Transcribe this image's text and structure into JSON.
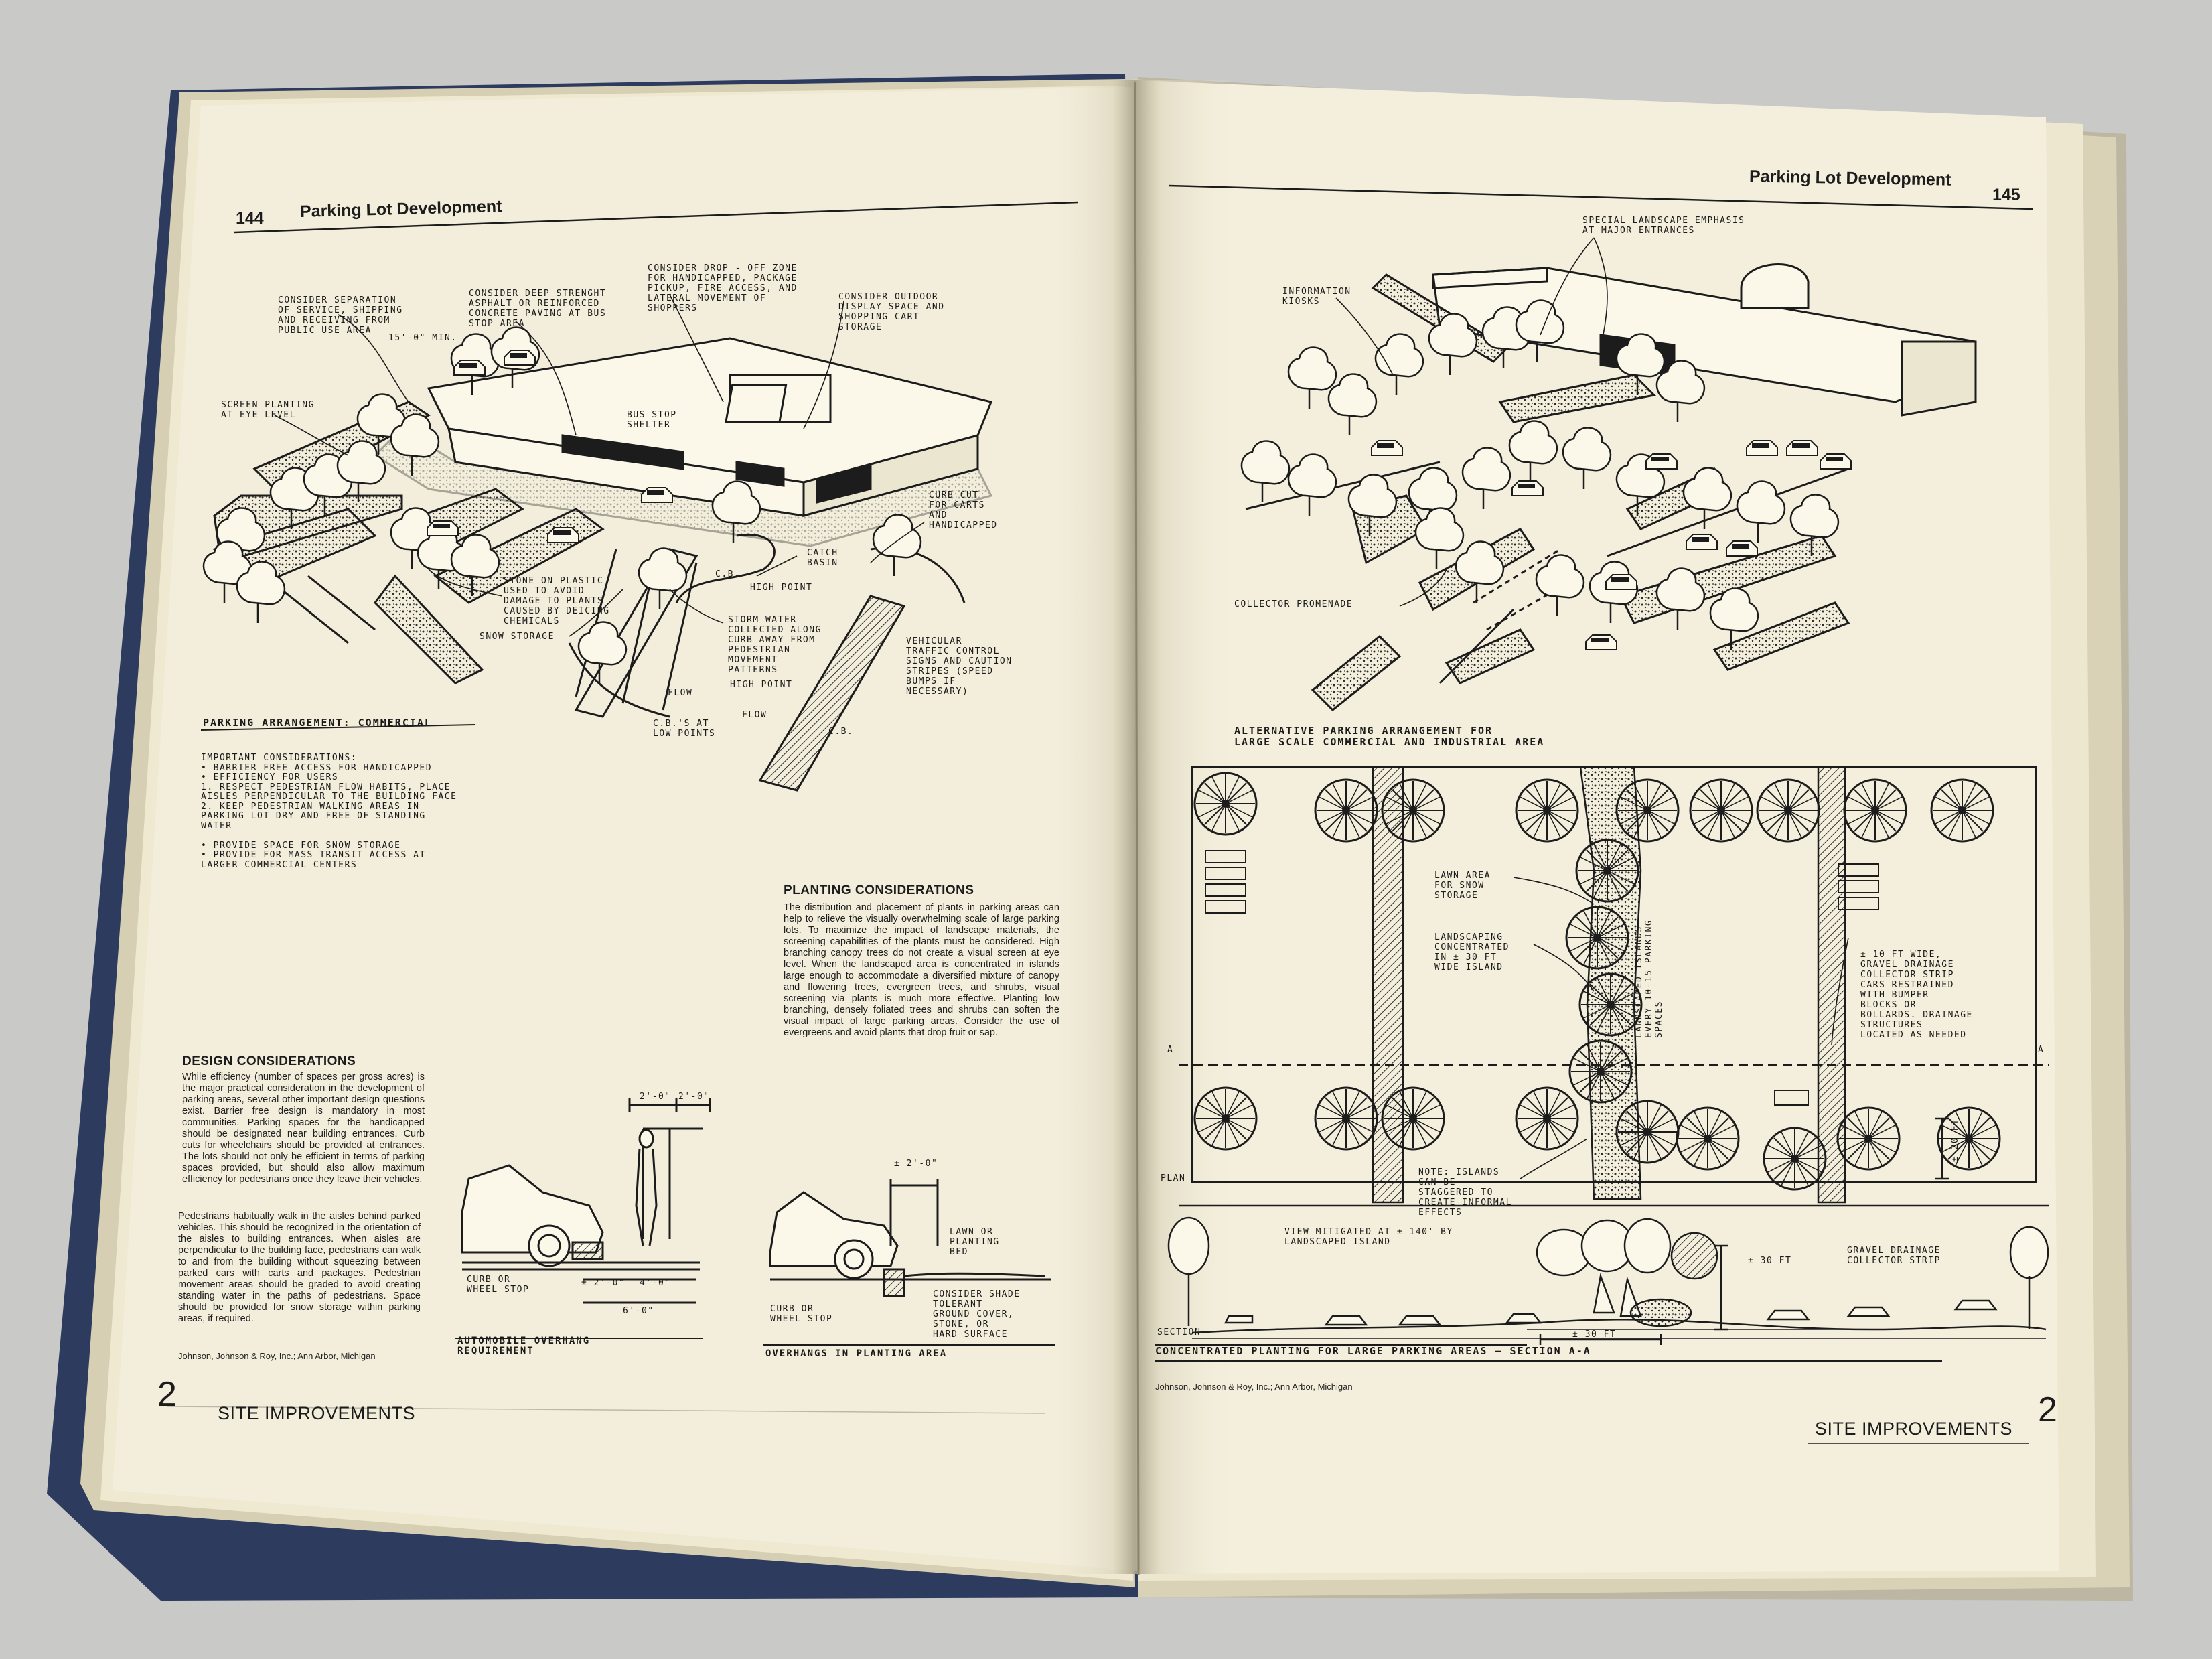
{
  "colors": {
    "table": "#c9c9c7",
    "cover": "#2d3b5e",
    "paper": "#f2eedb",
    "ink": "#1c1c1c"
  },
  "left_page": {
    "page_number": "144",
    "title": "Parking Lot Development",
    "callouts": {
      "separation": "CONSIDER SEPARATION\nOF SERVICE, SHIPPING\nAND RECEIVING FROM\nPUBLIC USE AREA",
      "min": "15'-0\" MIN.",
      "deep_strength": "CONSIDER DEEP STRENGHT\nASPHALT OR REINFORCED\nCONCRETE PAVING AT BUS\nSTOP AREA",
      "drop_off": "CONSIDER DROP - OFF ZONE\nFOR HANDICAPPED, PACKAGE\nPICKUP, FIRE ACCESS, AND\nLATERAL MOVEMENT OF\nSHOPPERS",
      "outdoor_display": "CONSIDER OUTDOOR\nDISPLAY SPACE AND\nSHOPPING CART\nSTORAGE",
      "screen_planting": "SCREEN PLANTING\nAT EYE LEVEL",
      "bus_stop": "BUS STOP\nSHELTER",
      "curb_cut": "CURB CUT\nFOR CARTS\nAND\nHANDICAPPED",
      "catch_basin": "CATCH\nBASIN",
      "cb": "C.B.",
      "high_point_1": "HIGH POINT",
      "stone_on_plastic": "STONE ON PLASTIC\nUSED TO AVOID\nDAMAGE TO PLANTS\nCAUSED BY DEICING\nCHEMICALS",
      "storm_water": "STORM WATER\nCOLLECTED ALONG\nCURB AWAY FROM\nPEDESTRIAN\nMOVEMENT\nPATTERNS",
      "snow_storage": "SNOW STORAGE",
      "vehicular": "VEHICULAR\nTRAFFIC CONTROL\nSIGNS AND CAUTION\nSTRIPES (SPEED\nBUMPS IF\nNECESSARY)",
      "flow_1": "FLOW",
      "high_point_2": "HIGH POINT",
      "flow_2": "FLOW",
      "cbs_at_low": "C.B.'S AT\nLOW POINTS",
      "cb_2": "C.B."
    },
    "arrangement_caption": "PARKING ARRANGEMENT: COMMERCIAL",
    "important_considerations": "IMPORTANT CONSIDERATIONS:\n• BARRIER FREE ACCESS FOR HANDICAPPED\n• EFFICIENCY FOR USERS\n   1. RESPECT PEDESTRIAN FLOW HABITS, PLACE\n      AISLES PERPENDICULAR TO THE BUILDING FACE\n   2. KEEP PEDESTRIAN WALKING AREAS IN\n      PARKING LOT DRY AND FREE OF STANDING\n      WATER\n\n• PROVIDE SPACE FOR SNOW STORAGE\n• PROVIDE FOR MASS TRANSIT ACCESS AT\n  LARGER COMMERCIAL CENTERS",
    "planting": {
      "heading": "PLANTING CONSIDERATIONS",
      "text": "The distribution and placement of plants in parking areas can help to relieve the visually overwhelming scale of large parking lots. To maximize the impact of landscape materials, the screening capabilities of the plants must be considered. High branching canopy trees do not create a visual screen at eye level. When the landscaped area is concentrated in islands large enough to accommodate a diversified mixture of canopy and flowering trees, evergreen trees, and shrubs, visual screening via plants is much more effective. Planting low branching, densely foliated trees and shrubs can soften the visual impact of large parking areas. Consider the use of evergreens and avoid plants that drop fruit or sap."
    },
    "design": {
      "heading": "DESIGN CONSIDERATIONS",
      "para1": "While efficiency (number of spaces per gross acres) is the major practical consideration in the development of parking areas, several other important design questions exist. Barrier free design is mandatory in most communities. Parking spaces for the handicapped should be designated near building entrances. Curb cuts for wheelchairs should be provided at entrances. The lots should not only be efficient in terms of parking spaces provided, but should also allow maximum efficiency for pedestrians once they leave their vehicles.",
      "para2": "Pedestrians habitually walk in the aisles behind parked vehicles. This should be recognized in the orientation of the aisles to building entrances. When aisles are perpendicular to the building face, pedestrians can walk to and from the building without squeezing between parked cars with carts and packages. Pedestrian movement areas should be graded to avoid creating standing water in the paths of pedestrians. Space should be provided for snow storage within parking areas, if required."
    },
    "overhang_figure": {
      "dim_2a": "2'-0\"",
      "dim_2b": "2'-0\"",
      "curb": "CURB OR\nWHEEL STOP",
      "dim_2c": "± 2'-0\"",
      "dim_4": "4'-0\"",
      "dim_6": "6'-0\"",
      "caption": "AUTOMOBILE OVERHANG\nREQUIREMENT"
    },
    "planting_figure": {
      "dim": "± 2'-0\"",
      "lawn": "LAWN OR\nPLANTING\nBED",
      "shade": "CONSIDER SHADE\nTOLERANT\nGROUND COVER,\nSTONE, OR\nHARD SURFACE",
      "curb": "CURB OR\nWHEEL STOP",
      "caption": "OVERHANGS IN PLANTING AREA"
    },
    "credit": "Johnson, Johnson & Roy, Inc.; Ann Arbor, Michigan",
    "chapter_number": "2",
    "chapter_name": "SITE IMPROVEMENTS"
  },
  "right_page": {
    "page_number": "145",
    "title": "Parking Lot Development",
    "callouts": {
      "special": "SPECIAL LANDSCAPE EMPHASIS\nAT MAJOR ENTRANCES",
      "kiosks": "INFORMATION\nKIOSKS",
      "promenade": "COLLECTOR PROMENADE"
    },
    "alt_caption": "ALTERNATIVE PARKING ARRANGEMENT FOR\nLARGE SCALE COMMERCIAL AND INDUSTRIAL AREA",
    "plan": {
      "lawn": "LAWN AREA\nFOR SNOW\nSTORAGE",
      "landscaping": "LANDSCAPING\nCONCENTRATED\nIN ± 30 FT\nWIDE ISLAND",
      "islands_vertical": "LANDSCAPED ISLANDS\nEVERY 10-15 PARKING\nSPACES",
      "gravel_strip": "± 10 FT WIDE,\nGRAVEL DRAINAGE\nCOLLECTOR STRIP\nCARS RESTRAINED\nWITH BUMPER\nBLOCKS OR\nBOLLARDS. DRAINAGE\nSTRUCTURES\nLOCATED AS NEEDED",
      "dim_20": "± 20 FT",
      "plan_label": "PLAN",
      "note": "NOTE: ISLANDS\nCAN BE\nSTAGGERED TO\nCREATE INFORMAL\nEFFECTS",
      "marker_a1": "A",
      "marker_a2": "A"
    },
    "section": {
      "view": "VIEW MITIGATED AT ± 140' BY\nLANDSCAPED ISLAND",
      "dim_30v": "± 30 FT",
      "gravel": "GRAVEL DRAINAGE\nCOLLECTOR STRIP",
      "section_label": "SECTION",
      "dim_30h": "± 30 FT",
      "caption": "CONCENTRATED PLANTING FOR LARGE PARKING AREAS — SECTION A-A"
    },
    "credit": "Johnson, Johnson & Roy, Inc.; Ann Arbor, Michigan",
    "chapter_name": "SITE IMPROVEMENTS",
    "chapter_number": "2"
  }
}
